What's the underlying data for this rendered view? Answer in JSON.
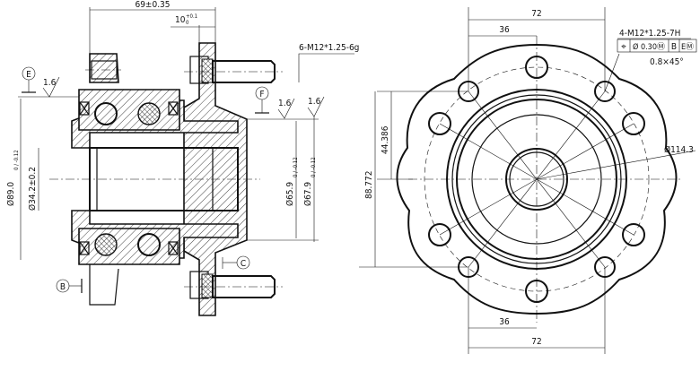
{
  "side_view": {
    "overall_width": "69±0.35",
    "flange_thickness": "10",
    "flange_tol_upper": "+0.1",
    "flange_tol_lower": "0",
    "stud_thread": "6-M12*1.25-6g",
    "datum_e": "E",
    "datum_f": "F",
    "datum_b": "B",
    "datum_c": "C",
    "roughness_1": "1.6",
    "roughness_2": "1.6",
    "roughness_3": "1.6",
    "dia_outer": "Ø89.0",
    "dia_outer_tol": "0 / -0.12",
    "dia_bore": "Ø34.2±0.2",
    "dia_pilot_1": "Ø65.9",
    "dia_pilot_1_tol": "0 / -0.12",
    "dia_pilot_2": "Ø67.9",
    "dia_pilot_2_tol": "0 / -0.12"
  },
  "front_view": {
    "thread_callout": "4-M12*1.25-7H",
    "position_symbol": "⌖",
    "position_tolerance": "Ø 0.30Ⓜ",
    "datum_ref_1": "B",
    "datum_ref_2": "EⓂ",
    "chamfer": "0.8×45°",
    "pcd": "Ø114.3",
    "top_span": "72",
    "top_half_span": "36",
    "bottom_span": "72",
    "bottom_half_span": "36",
    "half_height": "44.386",
    "full_height": "88.772"
  }
}
